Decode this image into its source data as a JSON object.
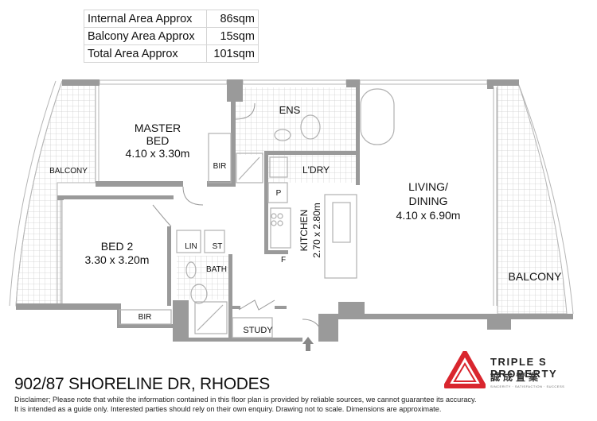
{
  "area_summary": {
    "rows": [
      {
        "label": "Internal Area Approx",
        "value": "86sqm"
      },
      {
        "label": "Balcony Area Approx",
        "value": "15sqm"
      },
      {
        "label": "Total Area Approx",
        "value": "101sqm"
      }
    ]
  },
  "rooms": {
    "master_bed": {
      "name_line1": "MASTER",
      "name_line2": "BED",
      "size": "4.10 x 3.30m"
    },
    "bed2": {
      "name": "BED 2",
      "size": "3.30 x 3.20m"
    },
    "living": {
      "name_line1": "LIVING/",
      "name_line2": "DINING",
      "size": "4.10 x 6.90m"
    },
    "kitchen": {
      "name": "KITCHEN",
      "size": "2.70 x 2.80m"
    },
    "ens": "ENS",
    "laundry": "L'DRY",
    "bir_master": "BIR",
    "bir_bed2": "BIR",
    "linen": "LIN",
    "storage": "ST",
    "bath": "BATH",
    "study": "STUDY",
    "pantry": "P",
    "fridge": "F",
    "balcony_left": "BALCONY",
    "balcony_right": "BALCONY"
  },
  "colors": {
    "wall": "#9a9a9a",
    "line": "#b5b5b5",
    "logo_red": "#d9262e"
  },
  "address": "902/87 SHORELINE DR, RHODES",
  "disclaimer": {
    "line1": "Disclaimer; Please note that while the information contained in this floor plan is provided by reliable sources, we cannot guarantee its accuracy.",
    "line2": "It is intended as a guide only. Interested parties should rely on their own enquiry. Drawing not to scale.  Dimensions are approximate."
  },
  "logo": {
    "name": "TRIPLE S PROPERTY",
    "chinese": "誠成置業",
    "tagline": "SINCERITY · SATISFACTION · SUCCESS"
  }
}
